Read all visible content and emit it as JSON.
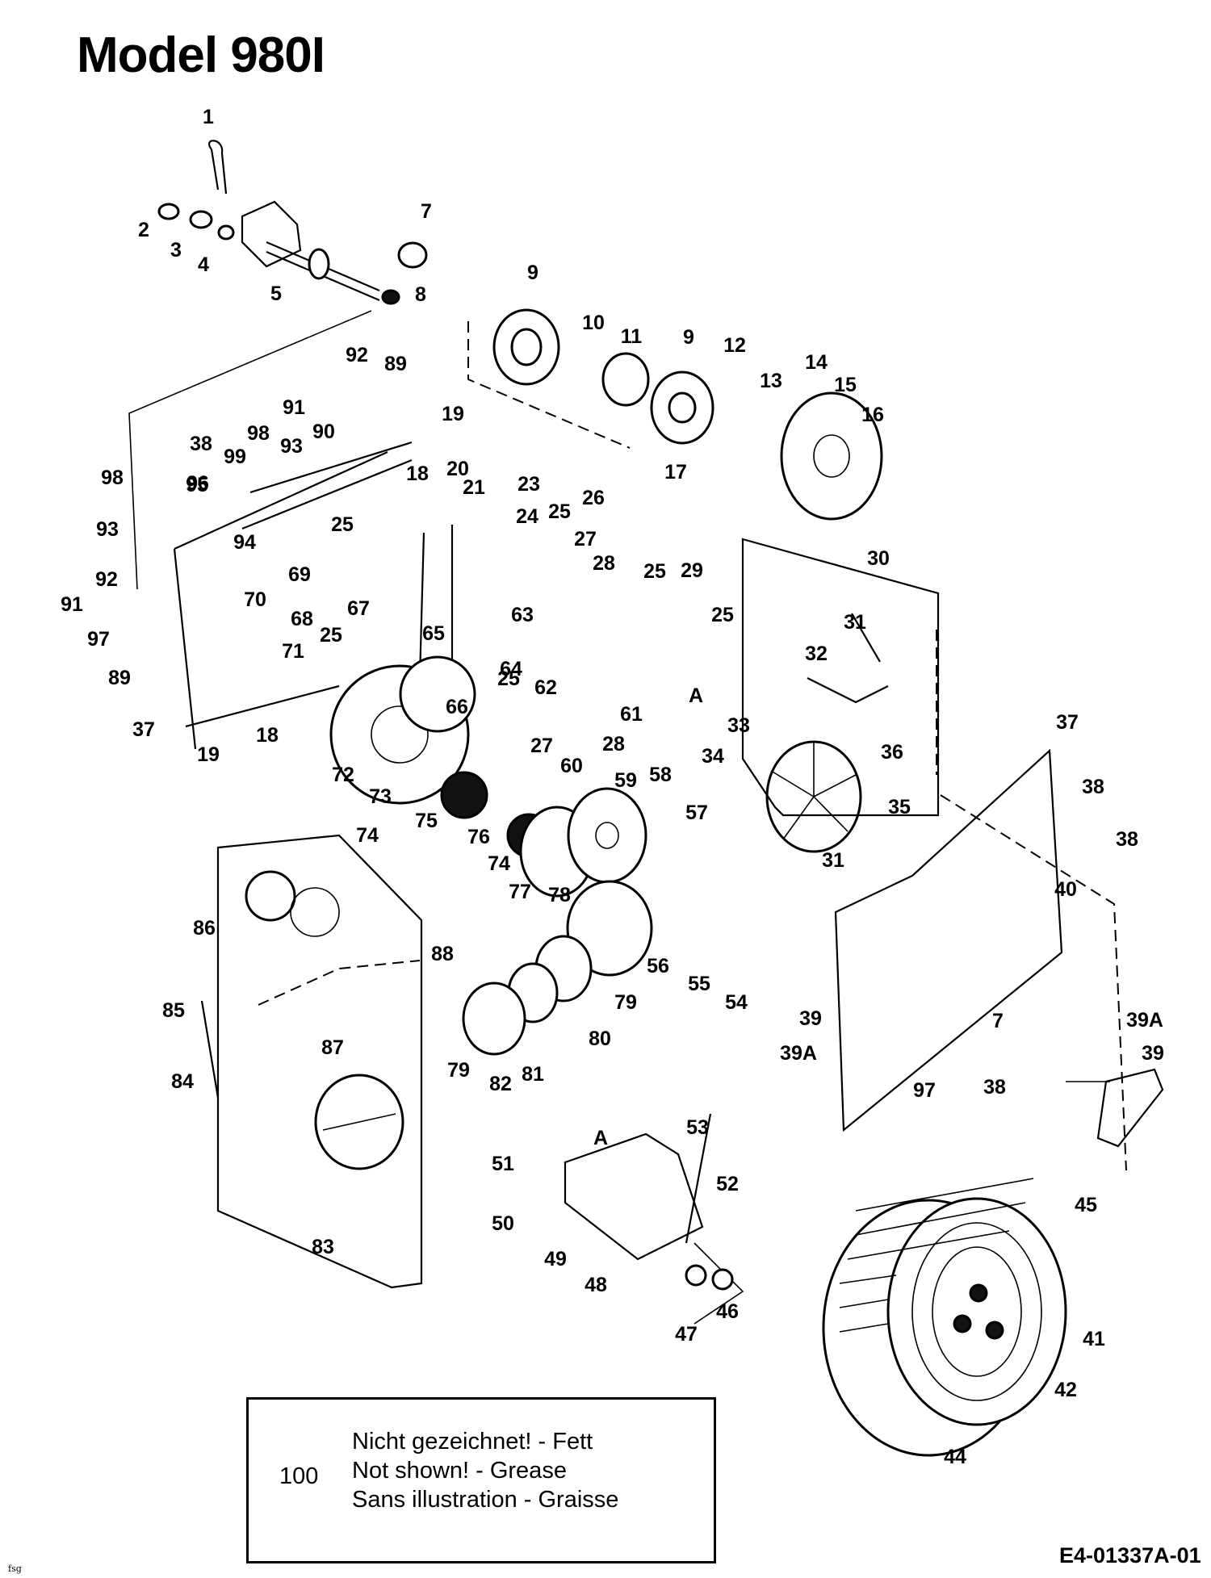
{
  "title": "Model 980I",
  "part_labels": [
    "1",
    "2",
    "3",
    "4",
    "5",
    "7",
    "8",
    "9",
    "10",
    "11",
    "9",
    "12",
    "13",
    "14",
    "15",
    "16",
    "17",
    "92",
    "89",
    "91",
    "90",
    "19",
    "38",
    "98",
    "93",
    "99",
    "96",
    "18",
    "20",
    "21",
    "23",
    "26",
    "25",
    "24",
    "98",
    "95",
    "94",
    "93",
    "25",
    "69",
    "27",
    "28",
    "92",
    "91",
    "97",
    "89",
    "70",
    "68",
    "67",
    "63",
    "25",
    "29",
    "30",
    "31",
    "25",
    "32",
    "71",
    "65",
    "25",
    "64",
    "25",
    "62",
    "A",
    "61",
    "37",
    "19",
    "18",
    "66",
    "27",
    "28",
    "33",
    "34",
    "36",
    "37",
    "72",
    "73",
    "60",
    "59",
    "58",
    "35",
    "38",
    "74",
    "75",
    "76",
    "74",
    "57",
    "31",
    "38",
    "40",
    "77",
    "78",
    "86",
    "88",
    "56",
    "55",
    "85",
    "79",
    "80",
    "54",
    "39",
    "39A",
    "7",
    "39A",
    "39",
    "87",
    "79",
    "82",
    "81",
    "84",
    "97",
    "38",
    "53",
    "A",
    "51",
    "52",
    "45",
    "50",
    "49",
    "48",
    "47",
    "46",
    "41",
    "42",
    "83",
    "44"
  ],
  "note": {
    "number": "100",
    "de": "Nicht gezeichnet! - Fett",
    "en": "Not shown! - Grease",
    "fr": "Sans illustration - Graisse"
  },
  "small_mark": "fsg",
  "drawing_code": "E4-01337A-01"
}
